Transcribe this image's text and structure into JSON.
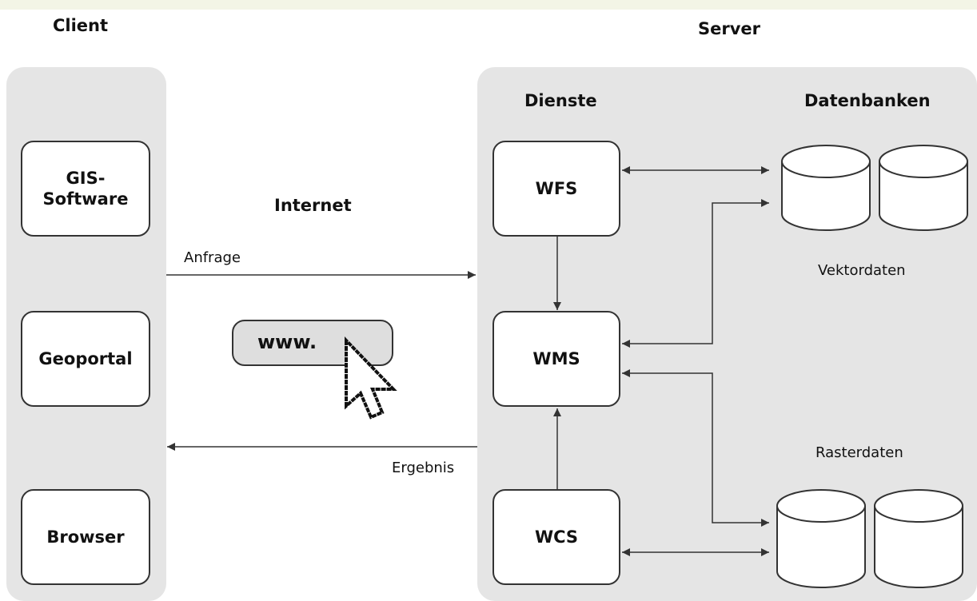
{
  "headings": {
    "client": "Client",
    "server": "Server",
    "internet": "Internet",
    "dienste": "Dienste",
    "datenbanken": "Datenbanken"
  },
  "client_boxes": {
    "gis_line1": "GIS-",
    "gis_line2": "Software",
    "geoportal": "Geoportal",
    "browser": "Browser"
  },
  "services": {
    "wfs": "WFS",
    "wms": "WMS",
    "wcs": "WCS"
  },
  "labels": {
    "anfrage": "Anfrage",
    "ergebnis": "Ergebnis",
    "vektordaten": "Vektordaten",
    "rasterdaten": "Rasterdaten",
    "www": "www."
  },
  "colors": {
    "panel": "#e5e5e5",
    "line": "#333333",
    "topbar": "#f3f5e6"
  }
}
